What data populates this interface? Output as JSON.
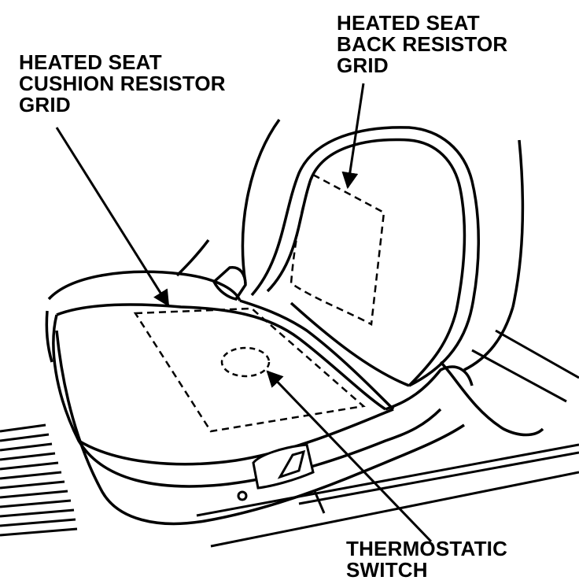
{
  "labels": {
    "back_grid": [
      "HEATED SEAT",
      "BACK RESISTOR",
      "GRID"
    ],
    "cushion_grid": [
      "HEATED SEAT",
      "CUSHION RESISTOR",
      "GRID"
    ],
    "thermostatic_switch": [
      "THERMOSTATIC",
      "SWITCH"
    ]
  },
  "colors": {
    "ink": "#000000",
    "paper": "#ffffff"
  }
}
